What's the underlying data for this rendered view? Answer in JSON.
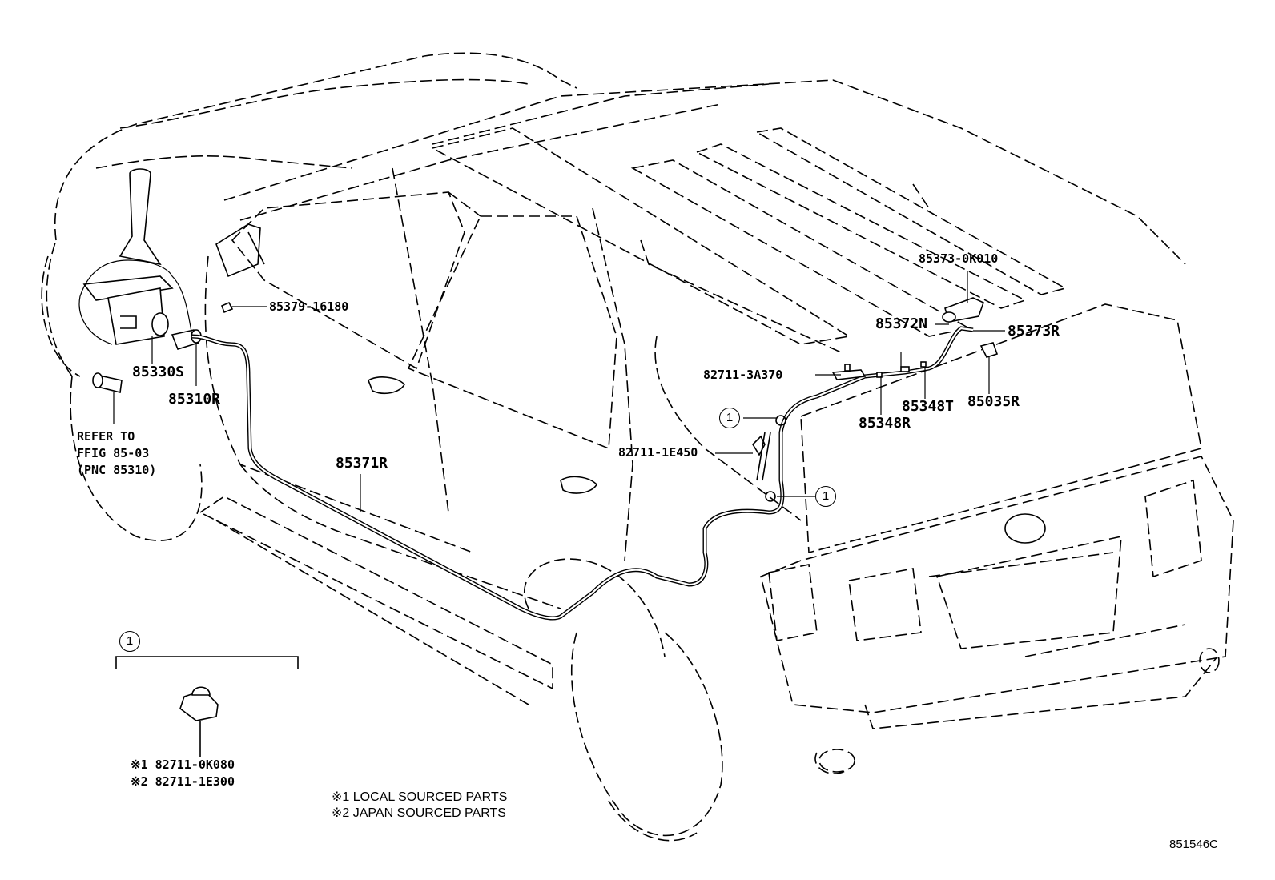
{
  "diagram_id": "851546C",
  "callout_mark": "1",
  "labels": {
    "p85373_0K010": "85373-0K010",
    "p85372N": "85372N",
    "p85373R": "85373R",
    "p82711_3A370": "82711-3A370",
    "p85348T": "85348T",
    "p85035R": "85035R",
    "p85348R": "85348R",
    "p82711_1E450": "82711-1E450",
    "p85371R": "85371R",
    "p85379_16180": "85379-16180",
    "p85330S": "85330S",
    "p85310R": "85310R",
    "refer_line1": "REFER TO",
    "refer_line2": "FFIG 85-03",
    "refer_line3": "(PNC 85310)",
    "clip_part1": "※1 82711-0K080",
    "clip_part2": "※2 82711-1E300"
  },
  "legend": {
    "note1": "※1 LOCAL SOURCED PARTS",
    "note2": "※2 JAPAN SOURCED PARTS"
  }
}
